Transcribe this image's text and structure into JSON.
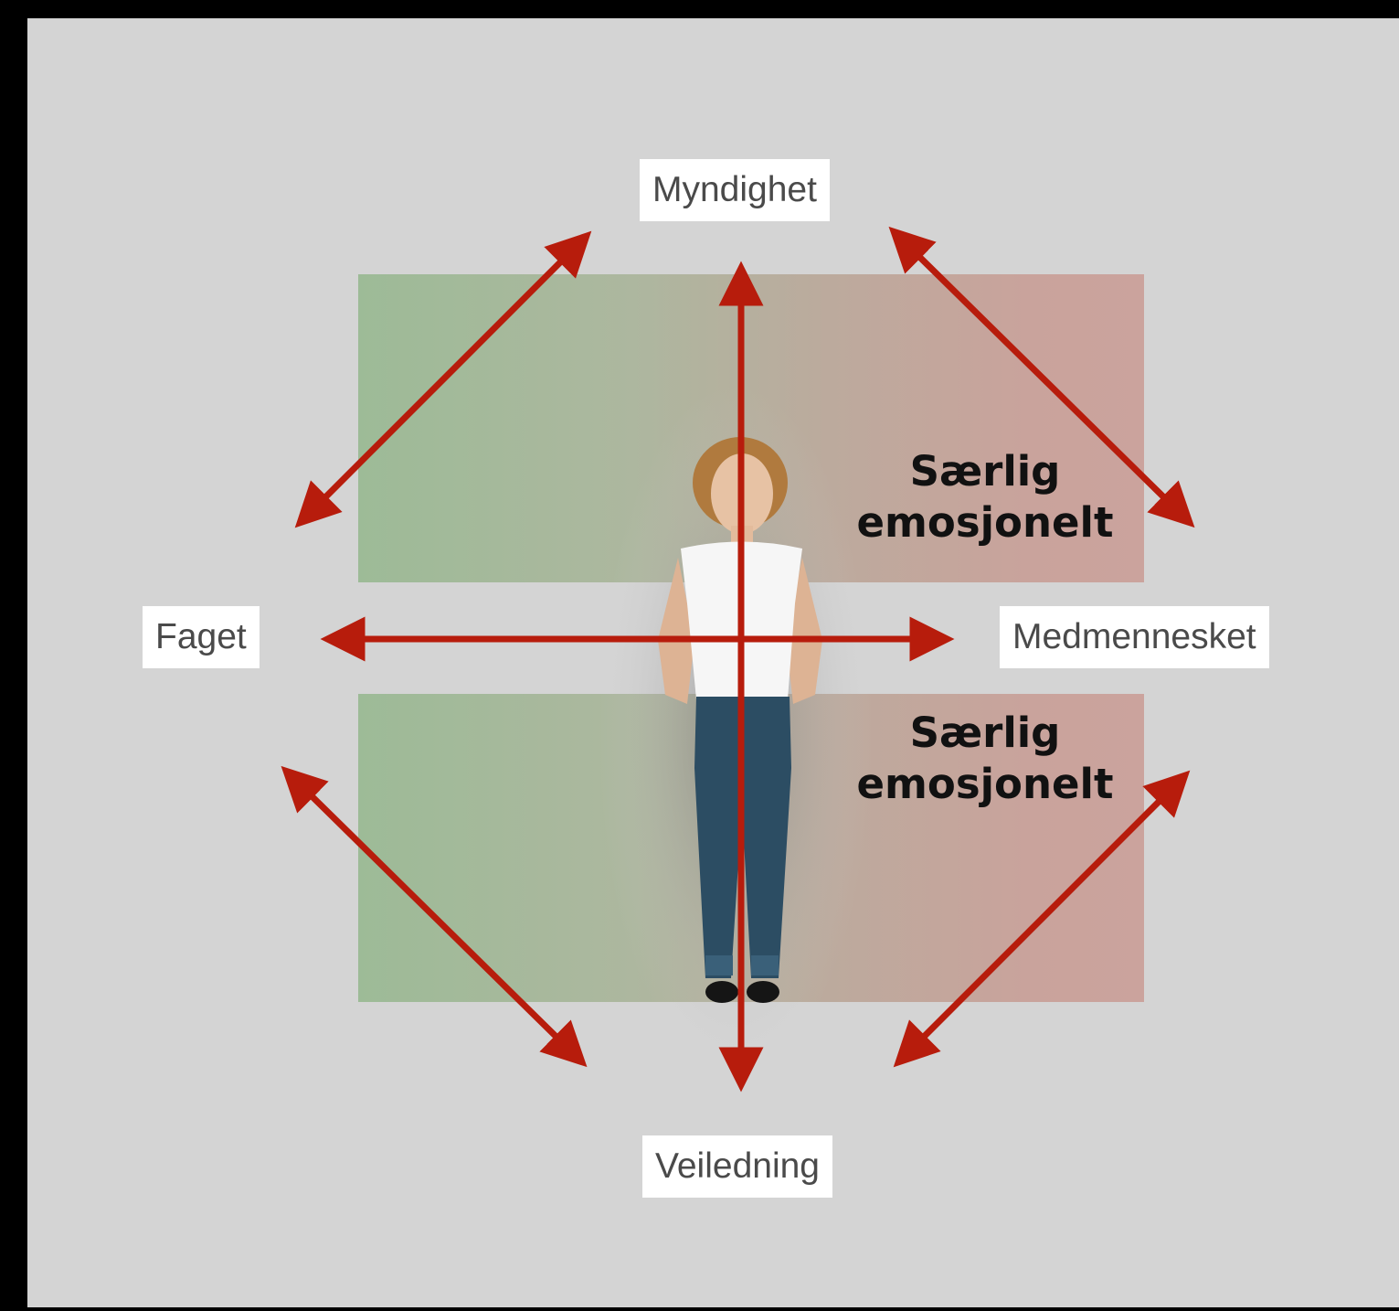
{
  "diagram": {
    "labels": {
      "top": "Myndighet",
      "left": "Faget",
      "right": "Medmennesket",
      "bottom": "Veiledning"
    },
    "zones": [
      {
        "id": "upper",
        "line1": "Særlig",
        "line2": "emosjonelt"
      },
      {
        "id": "lower",
        "line1": "Særlig",
        "line2": "emosjonelt"
      }
    ]
  },
  "colors": {
    "background": "#d4d4d4",
    "frame": "#000000",
    "arrow": "#b71c0c",
    "band_left": "#9dbb97",
    "band_right": "#cba39d"
  },
  "figure": {
    "icon": "person-figure-icon"
  }
}
